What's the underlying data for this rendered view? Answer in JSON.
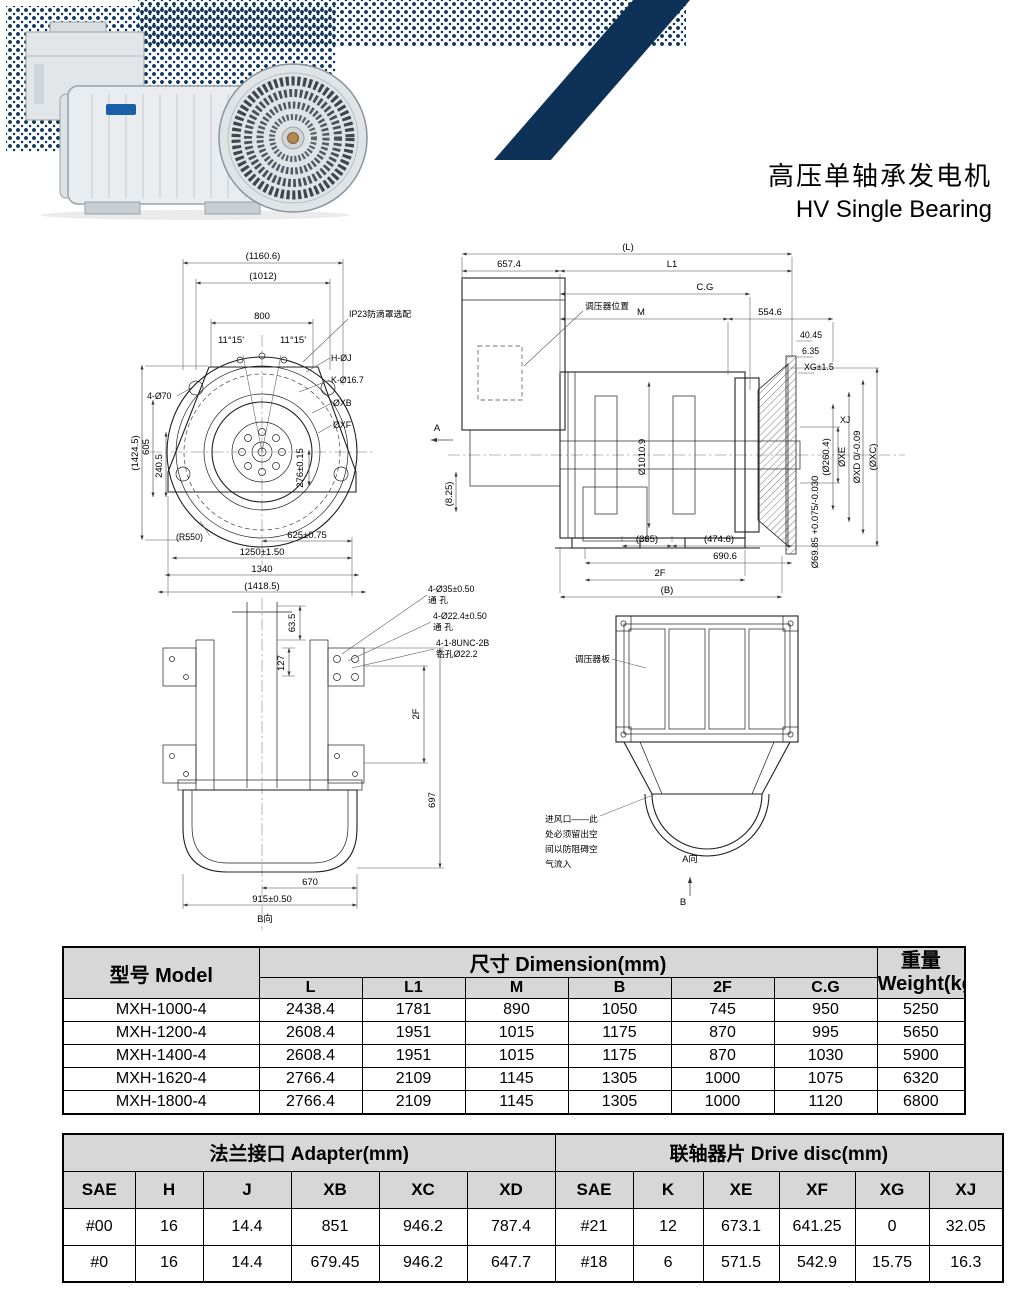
{
  "header": {
    "title_cn": "高压单轴承发电机",
    "title_en": "HV Single Bearing"
  },
  "front_view": {
    "dim_overall_width": "(1160.6)",
    "dim_1012": "(1012)",
    "dim_800": "800",
    "note_ip23": "IP23防滴罩选配",
    "angle_left": "11°15'",
    "angle_right": "11°15'",
    "label_hj": "H-ØJ",
    "label_k167": "K-Ø16.7",
    "label_xb": "ØXB",
    "label_xf": "ØXF",
    "dim_1424": "(1424.5)",
    "dim_605": "605",
    "dim_2405": "240.5",
    "label_4_70": "4-Ø70",
    "dim_276": "276±0.15",
    "label_r550": "(R550)",
    "dim_625": "625±0.75",
    "dim_1250": "1250±1.50",
    "dim_1340": "1340",
    "dim_1418": "(1418.5)"
  },
  "side_view": {
    "dim_L": "(L)",
    "dim_657": "657.4",
    "dim_L1": "L1",
    "dim_cg": "C.G",
    "dim_M": "M",
    "dim_554": "554.6",
    "note_regulator": "调压器位置",
    "dim_4045": "40.45",
    "dim_635": "6.35",
    "dim_xg": "XG±1.5",
    "dim_xj": "XJ",
    "dim_2604": "(Ø260.4)",
    "dim_xe": "ØXE",
    "dim_xd": "ØXD 0/-0.09",
    "dim_xc": "(ØXC)",
    "dim_1010": "Ø1010.9",
    "dim_825": "(8.25)",
    "dim_6985": "Ø69.85 +0.075/-0.030",
    "dim_365": "(365)",
    "dim_4746": "(474.6)",
    "dim_6906": "690.6",
    "dim_2f": "2F",
    "dim_b": "(B)",
    "label_a": "A"
  },
  "bottom_view": {
    "dim_635": "63.5",
    "dim_127": "127",
    "hole1_line1": "4-Ø35±0.50",
    "hole1_line2": "通  孔",
    "hole2_line1": "4-Ø22.4±0.50",
    "hole2_line2": "通  孔",
    "hole3_line1": "4-1-8UNC-2B",
    "hole3_line2": "钻孔Ø22.2",
    "dim_2f": "2F",
    "dim_697": "697",
    "dim_670": "670",
    "dim_915": "915±0.50",
    "view_label": "B向"
  },
  "rear_view": {
    "note_regulator_plate": "调压器板",
    "air_note_lines": [
      "进风口——此",
      "处必须留出空",
      "间以防阻碍空",
      "气流入"
    ],
    "view_label": "A向",
    "label_b": "B"
  },
  "dim_table": {
    "model_header": "型号  Model",
    "dimension_header": "尺寸 Dimension(mm)",
    "weight_header_cn": "重量",
    "weight_header_en": "Weight(kg)",
    "columns": [
      "L",
      "L1",
      "M",
      "B",
      "2F",
      "C.G"
    ],
    "rows": [
      [
        "MXH-1000-4",
        "2438.4",
        "1781",
        "890",
        "1050",
        "745",
        "950",
        "5250"
      ],
      [
        "MXH-1200-4",
        "2608.4",
        "1951",
        "1015",
        "1175",
        "870",
        "995",
        "5650"
      ],
      [
        "MXH-1400-4",
        "2608.4",
        "1951",
        "1015",
        "1175",
        "870",
        "1030",
        "5900"
      ],
      [
        "MXH-1620-4",
        "2766.4",
        "2109",
        "1145",
        "1305",
        "1000",
        "1075",
        "6320"
      ],
      [
        "MXH-1800-4",
        "2766.4",
        "2109",
        "1145",
        "1305",
        "1000",
        "1120",
        "6800"
      ]
    ]
  },
  "adapter_table": {
    "adapter_header": "法兰接口 Adapter(mm)",
    "drive_header": "联轴器片 Drive disc(mm)",
    "columns": [
      "SAE",
      "H",
      "J",
      "XB",
      "XC",
      "XD",
      "SAE",
      "K",
      "XE",
      "XF",
      "XG",
      "XJ"
    ],
    "rows": [
      [
        "#00",
        "16",
        "14.4",
        "851",
        "946.2",
        "787.4",
        "#21",
        "12",
        "673.1",
        "641.25",
        "0",
        "32.05"
      ],
      [
        "#0",
        "16",
        "14.4",
        "679.45",
        "946.2",
        "647.7",
        "#18",
        "6",
        "571.5",
        "542.9",
        "15.75",
        "16.3"
      ]
    ]
  }
}
